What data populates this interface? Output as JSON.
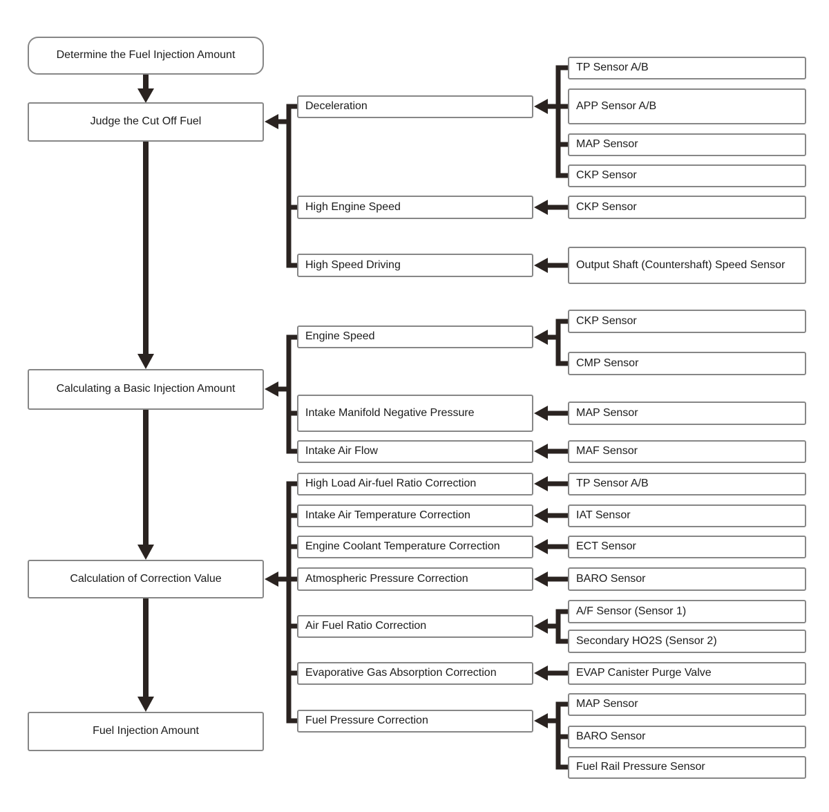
{
  "diagram": {
    "left_column": [
      {
        "label": "Determine the Fuel Injection Amount"
      },
      {
        "label": "Judge the Cut Off Fuel"
      },
      {
        "label": "Calculating a Basic Injection Amount"
      },
      {
        "label": "Calculation of Correction Value"
      },
      {
        "label": "Fuel Injection Amount"
      }
    ],
    "middle_column": [
      {
        "label": "Deceleration"
      },
      {
        "label": "High Engine Speed"
      },
      {
        "label": "High Speed Driving"
      },
      {
        "label": "Engine Speed"
      },
      {
        "label": "Intake Manifold Negative Pressure"
      },
      {
        "label": "Intake Air Flow"
      },
      {
        "label": "High Load Air-fuel Ratio Correction"
      },
      {
        "label": "Intake Air Temperature Correction"
      },
      {
        "label": "Engine Coolant Temperature Correction"
      },
      {
        "label": "Atmospheric Pressure Correction"
      },
      {
        "label": "Air Fuel Ratio Correction"
      },
      {
        "label": "Evaporative Gas Absorption Correction"
      },
      {
        "label": "Fuel Pressure Correction"
      }
    ],
    "right_column": [
      {
        "label": "TP Sensor A/B"
      },
      {
        "label": "APP Sensor A/B"
      },
      {
        "label": "MAP Sensor"
      },
      {
        "label": "CKP Sensor"
      },
      {
        "label": "CKP Sensor"
      },
      {
        "label": "Output Shaft (Countershaft) Speed Sensor"
      },
      {
        "label": "CKP Sensor"
      },
      {
        "label": "CMP Sensor"
      },
      {
        "label": "MAP Sensor"
      },
      {
        "label": "MAF Sensor"
      },
      {
        "label": "TP Sensor A/B"
      },
      {
        "label": "IAT Sensor"
      },
      {
        "label": "ECT Sensor"
      },
      {
        "label": "BARO Sensor"
      },
      {
        "label": "A/F Sensor (Sensor 1)"
      },
      {
        "label": "Secondary HO2S (Sensor 2)"
      },
      {
        "label": "EVAP Canister Purge Valve"
      },
      {
        "label": "MAP Sensor"
      },
      {
        "label": "BARO Sensor"
      },
      {
        "label": "Fuel Rail Pressure Sensor"
      }
    ],
    "connections": [
      "Determine the Fuel Injection Amount -> Judge the Cut Off Fuel",
      "Judge the Cut Off Fuel -> Calculating a Basic Injection Amount",
      "Calculating a Basic Injection Amount -> Calculation of Correction Value",
      "Calculation of Correction Value -> Fuel Injection Amount",
      "Deceleration -> Judge the Cut Off Fuel",
      "High Engine Speed -> Judge the Cut Off Fuel",
      "High Speed Driving -> Judge the Cut Off Fuel",
      "TP Sensor A/B -> Deceleration",
      "APP Sensor A/B -> Deceleration",
      "MAP Sensor -> Deceleration",
      "CKP Sensor -> Deceleration",
      "CKP Sensor -> High Engine Speed",
      "Output Shaft (Countershaft) Speed Sensor -> High Speed Driving",
      "Engine Speed -> Calculating a Basic Injection Amount",
      "Intake Manifold Negative Pressure -> Calculating a Basic Injection Amount",
      "Intake Air Flow -> Calculating a Basic Injection Amount",
      "CKP Sensor -> Engine Speed",
      "CMP Sensor -> Engine Speed",
      "MAP Sensor -> Intake Manifold Negative Pressure",
      "MAF Sensor -> Intake Air Flow",
      "High Load Air-fuel Ratio Correction -> Calculation of Correction Value",
      "Intake Air Temperature Correction -> Calculation of Correction Value",
      "Engine Coolant Temperature Correction -> Calculation of Correction Value",
      "Atmospheric Pressure Correction -> Calculation of Correction Value",
      "Air Fuel Ratio Correction -> Calculation of Correction Value",
      "Evaporative Gas Absorption Correction -> Calculation of Correction Value",
      "Fuel Pressure Correction -> Calculation of Correction Value",
      "TP Sensor A/B -> High Load Air-fuel Ratio Correction",
      "IAT Sensor -> Intake Air Temperature Correction",
      "ECT Sensor -> Engine Coolant Temperature Correction",
      "BARO Sensor -> Atmospheric Pressure Correction",
      "A/F Sensor (Sensor 1) -> Air Fuel Ratio Correction",
      "Secondary HO2S (Sensor 2) -> Air Fuel Ratio Correction",
      "EVAP Canister Purge Valve -> Evaporative Gas Absorption Correction",
      "MAP Sensor -> Fuel Pressure Correction",
      "BARO Sensor -> Fuel Pressure Correction",
      "Fuel Rail Pressure Sensor -> Fuel Pressure Correction"
    ],
    "colors": {
      "connector": "#2a2320",
      "box_border": "#868686",
      "box_fill": "#ffffff",
      "text": "#1b1b1b",
      "background": "#ffffff"
    }
  }
}
